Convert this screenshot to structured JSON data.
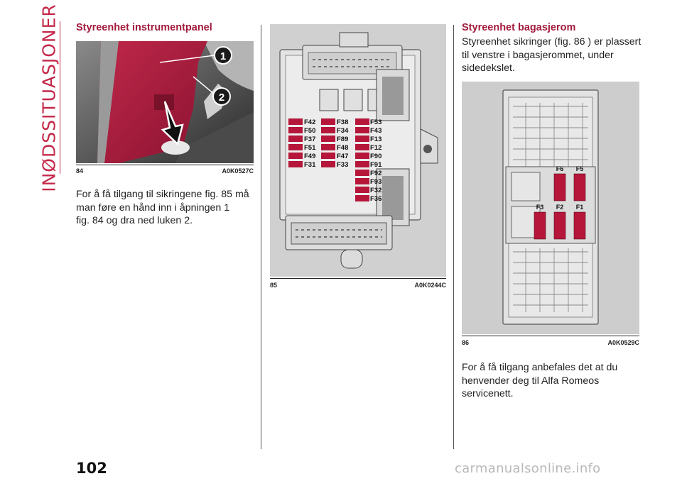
{
  "chapter": {
    "side_label": "INØDSSITUASJONER"
  },
  "left": {
    "title": "Styreenhet instrumentpanel",
    "figure": {
      "number": "84",
      "code": "A0K0527C",
      "callouts": [
        "1",
        "2"
      ]
    },
    "paragraph": [
      "For å få tilgang til sikringene fig. 85 må",
      "man føre en hånd inn i åpningen 1",
      "fig. 84 og dra ned luken 2."
    ]
  },
  "middle": {
    "figure": {
      "number": "85",
      "code": "A0K0244C",
      "fuse_col1": [
        "F42",
        "F50",
        "F37",
        "F51",
        "F49",
        "F31"
      ],
      "fuse_col2": [
        "F38",
        "F34",
        "F89",
        "F48",
        "F47",
        "F33"
      ],
      "fuse_col3": [
        "F53",
        "F43",
        "F13",
        "F12",
        "F90",
        "F91",
        "F92",
        "F93",
        "F32",
        "F36"
      ]
    }
  },
  "right": {
    "title": "Styreenhet bagasjerom",
    "intro": [
      "Styreenhet sikringer (fig. 86 ) er plassert",
      "til venstre i bagasjerommet, under",
      "sidedekslet."
    ],
    "figure": {
      "number": "86",
      "code": "A0K0529C",
      "fuses_top": [
        "F6",
        "F5"
      ],
      "fuses_bottom": [
        "F3",
        "F2",
        "F1"
      ]
    },
    "paragraph": [
      "For å få tilgang anbefales det at du",
      "henvender deg til Alfa Romeos",
      "servicenett."
    ]
  },
  "footer": {
    "page_number": "102",
    "watermark": "carmanualsonline.info"
  },
  "colors": {
    "accent": "#c4284a",
    "fuse_red": "#b5163a",
    "title": "#a31b3c"
  }
}
